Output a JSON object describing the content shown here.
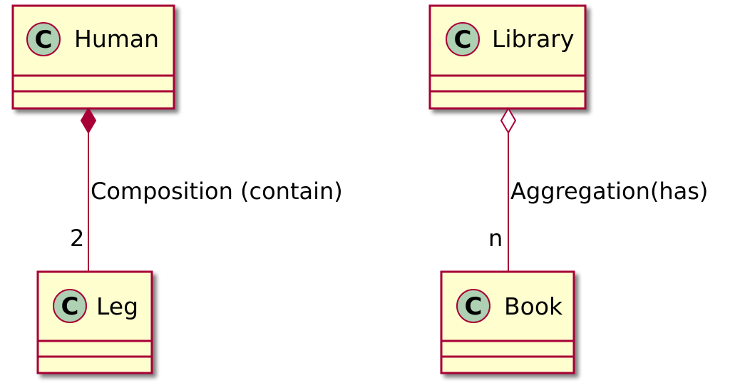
{
  "diagram": {
    "classes": [
      {
        "id": "human",
        "name": "Human",
        "stereotype_letter": "C"
      },
      {
        "id": "leg",
        "name": "Leg",
        "stereotype_letter": "C"
      },
      {
        "id": "library",
        "name": "Library",
        "stereotype_letter": "C"
      },
      {
        "id": "book",
        "name": "Book",
        "stereotype_letter": "C"
      }
    ],
    "relations": [
      {
        "from": "Human",
        "to": "Leg",
        "type": "composition",
        "label": "Composition (contain)",
        "multiplicity": "2"
      },
      {
        "from": "Library",
        "to": "Book",
        "type": "aggregation",
        "label": "Aggregation(has)",
        "multiplicity": "n"
      }
    ],
    "colors": {
      "class_fill": "#FEFECE",
      "class_border": "#A80036",
      "circle_fill": "#ADD1B2",
      "shadow": "#9A9A9A"
    }
  }
}
